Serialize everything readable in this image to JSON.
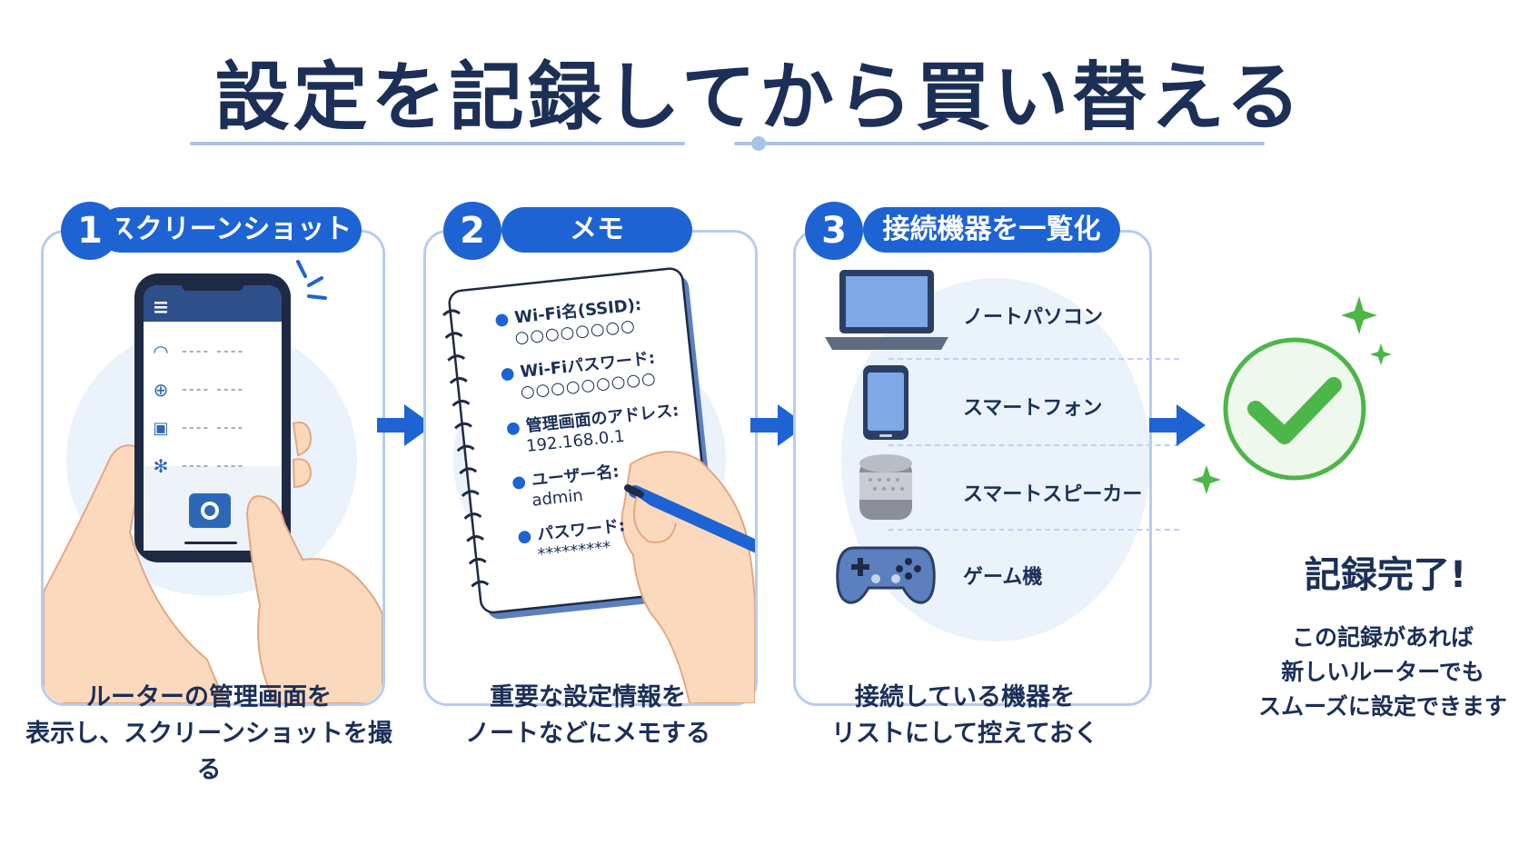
{
  "title": "設定を記録してから買い替える",
  "steps": [
    {
      "number": "1",
      "label": "スクリーンショット",
      "caption_lines": [
        "ルーターの管理画面を",
        "表示し、スクリーンショットを撮る"
      ]
    },
    {
      "number": "2",
      "label": "メモ",
      "caption_lines": [
        "重要な設定情報を",
        "ノートなどにメモする"
      ]
    },
    {
      "number": "3",
      "label": "接続機器を一覧化",
      "caption_lines": [
        "接続している機器を",
        "リストにして控えておく"
      ]
    }
  ],
  "phone": {
    "rows": [
      {
        "icon": "wifi-icon",
        "text": "---- ----"
      },
      {
        "icon": "globe-icon",
        "text": "---- ----"
      },
      {
        "icon": "lock-icon",
        "text": "---- ----"
      },
      {
        "icon": "gear-icon",
        "text": "---- ----"
      }
    ]
  },
  "notebook": {
    "lines": [
      {
        "label": "Wi-Fi名(SSID):",
        "value": "○○○○○○○○"
      },
      {
        "label": "Wi-Fiパスワード:",
        "value": "○○○○○○○○○"
      },
      {
        "label": "管理画面のアドレス:",
        "value": "192.168.0.1"
      },
      {
        "label": "ユーザー名:",
        "value": "admin"
      },
      {
        "label": "パスワード:",
        "value": "*********"
      }
    ]
  },
  "devices": [
    {
      "icon": "laptop-icon",
      "label": "ノートパソコン"
    },
    {
      "icon": "smartphone-icon",
      "label": "スマートフォン"
    },
    {
      "icon": "smart-speaker-icon",
      "label": "スマートスピーカー"
    },
    {
      "icon": "game-controller-icon",
      "label": "ゲーム機"
    }
  ],
  "done": {
    "title": "記録完了!",
    "lines": [
      "この記録があれば",
      "新しいルーターでも",
      "スムーズに設定できます"
    ]
  },
  "colors": {
    "primary": "#1e63d3",
    "navy": "#1b2f57",
    "panel_border": "#b5cdf0",
    "success": "#4cb648",
    "light_blue": "#eaf2fc"
  }
}
